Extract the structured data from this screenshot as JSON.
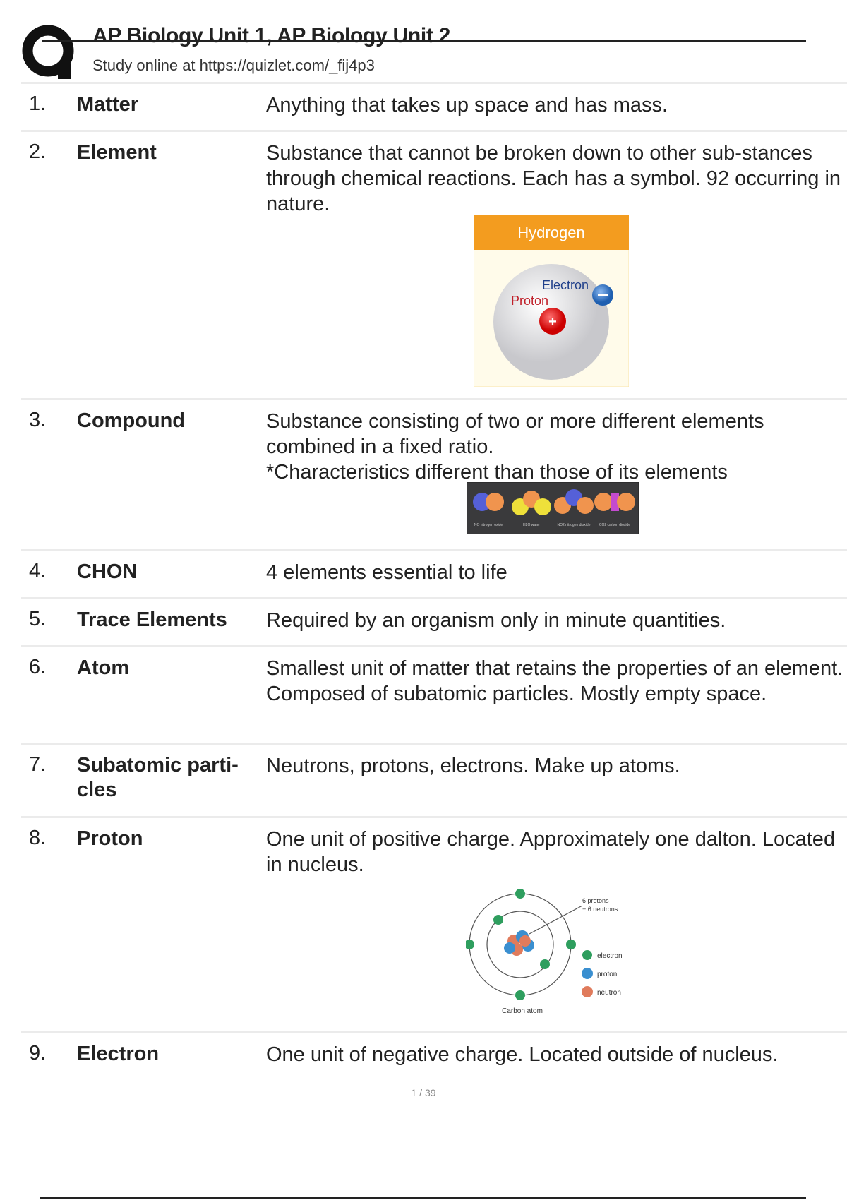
{
  "header": {
    "title": "AP Biology Unit 1, AP Biology Unit 2",
    "subtitle": "Study online at https://quizlet.com/_fij4p3",
    "logo_text": "Q"
  },
  "terms": [
    {
      "num": "1.",
      "term": "Matter",
      "definition": "Anything that takes up space and has mass."
    },
    {
      "num": "2.",
      "term": "Element",
      "definition": "Substance that cannot be broken down to other sub-stances through chemical reactions. Each has a symbol. 92 occurring in nature."
    },
    {
      "num": "3.",
      "term": "Compound",
      "definition": "Substance consisting of two or more different elements combined in a fixed ratio.",
      "definition2": "*Characteristics different than those of its elements"
    },
    {
      "num": "4.",
      "term": "CHON",
      "definition": "4 elements essential to life"
    },
    {
      "num": "5.",
      "term": "Trace Elements",
      "definition": "Required by an organism only in minute quantities."
    },
    {
      "num": "6.",
      "term": "Atom",
      "definition": "Smallest unit of matter that retains the properties of an element. Composed of subatomic particles. Mostly empty space."
    },
    {
      "num": "7.",
      "term": "Subatomic parti-cles",
      "definition": "Neutrons, protons, electrons. Make up atoms."
    },
    {
      "num": "8.",
      "term": "Proton",
      "definition": "One unit of positive charge. Approximately one dalton. Located in nucleus."
    },
    {
      "num": "9.",
      "term": "Electron",
      "definition": "One unit of negative charge. Located outside of nucleus."
    }
  ],
  "figures": {
    "hydrogen": {
      "title": "Hydrogen",
      "electron": "Electron",
      "proton": "Proton"
    },
    "compounds": {
      "labels": [
        "NO nitrogen oxide",
        "H2O water",
        "NO2 nitrogen dioxide",
        "CO2 carbon dioxide"
      ]
    },
    "carbon": {
      "caption": "Carbon atom",
      "nucleus_label1": "6 protons",
      "nucleus_label2": "+ 6 neutrons",
      "legend": [
        "electron",
        "proton",
        "neutron"
      ]
    }
  },
  "footer": {
    "page": "1 / 39"
  },
  "colors": {
    "hydrogen_header": "#f39c1f",
    "electron": "#2e9e5e",
    "proton": "#3a8fd0",
    "neutron": "#e07b5c"
  }
}
